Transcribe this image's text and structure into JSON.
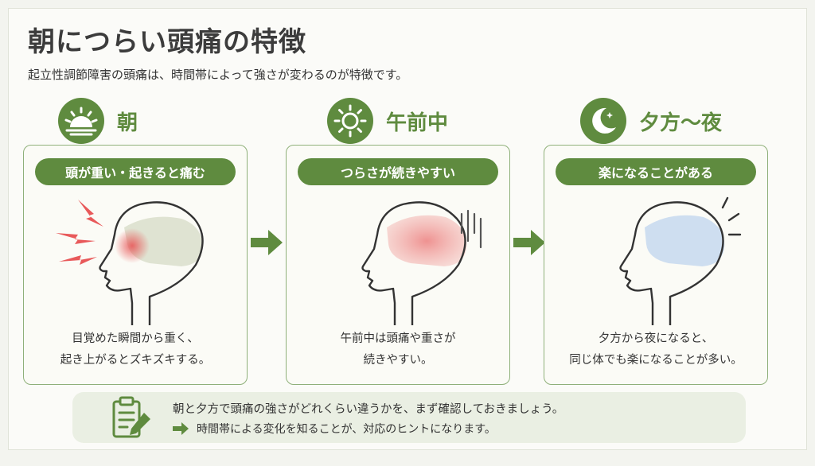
{
  "title": "朝につらい頭痛の特徴",
  "subtitle": "起立性調節障害の頭痛は、時間帯によって強さが変わるのが特徴です。",
  "colors": {
    "accent": "#5f8b3f",
    "pain": "#e8595a",
    "calm": "#c6d8ef"
  },
  "phases": [
    {
      "icon": "sunrise-icon",
      "label": "朝",
      "headline": "頭が重い・起きると痛む",
      "desc": [
        "目覚めた瞬間から重く、",
        "起き上がるとズキズキする。"
      ]
    },
    {
      "icon": "sun-icon",
      "label": "午前中",
      "headline": "つらさが続きやすい",
      "desc": [
        "午前中は頭痛や重さが",
        "続きやすい。"
      ]
    },
    {
      "icon": "moon-icon",
      "label": "夕方～夜",
      "headline": "楽になることがある",
      "desc": [
        "夕方から夜になると、",
        "同じ体でも楽になることが多い。"
      ]
    }
  ],
  "bottom": {
    "icon": "clipboard-pencil-icon",
    "line1": "朝と夕方で頭痛の強さがどれくらい違うかを、まず確認しておきましょう。",
    "line2": "時間帯による変化を知ることが、対応のヒントになります。"
  }
}
